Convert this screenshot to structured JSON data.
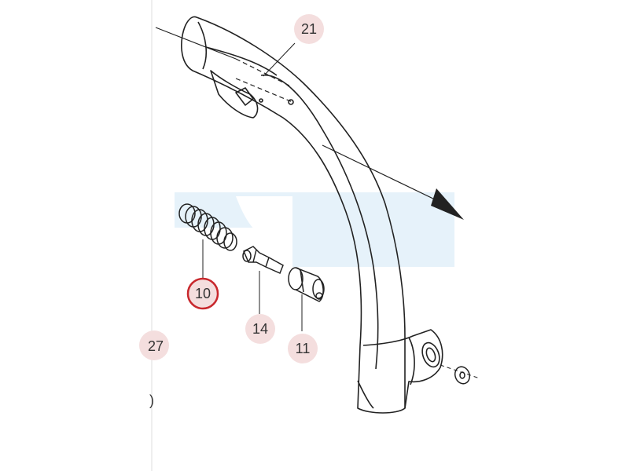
{
  "colors": {
    "background": "#ffffff",
    "line": "#222222",
    "callout_fill": "#f4dede",
    "callout_text": "#333333",
    "selected_ring": "#c8282d",
    "watermark": "#e6f2fa"
  },
  "callouts": [
    {
      "id": "21",
      "label": "21",
      "selected": false
    },
    {
      "id": "10",
      "label": "10",
      "selected": true
    },
    {
      "id": "14",
      "label": "14",
      "selected": false
    },
    {
      "id": "11",
      "label": "11",
      "selected": false
    }
  ],
  "edge_fragments": [
    "27",
    ")"
  ],
  "parts": [
    {
      "number": "21",
      "icon": "handle-tube-icon"
    },
    {
      "number": "10",
      "icon": "coil-spring-icon"
    },
    {
      "number": "14",
      "icon": "pin-icon"
    },
    {
      "number": "11",
      "icon": "bushing-icon"
    }
  ]
}
